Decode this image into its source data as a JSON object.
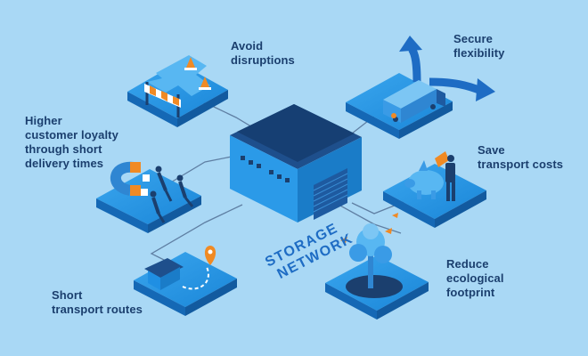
{
  "background_color": "#a9d8f5",
  "center": {
    "caption_line1": "STORAGE",
    "caption_line2": "NETWORK"
  },
  "benefits": [
    {
      "text": "Avoid\ndisruptions",
      "icon": "roadblock-icon"
    },
    {
      "text": "Secure\nflexibility",
      "icon": "truck-arrows-icon"
    },
    {
      "text": "Higher\ncustomer loyalty\nthrough short\ndelivery times",
      "icon": "magnet-customers-icon"
    },
    {
      "text": "Save\ntransport costs",
      "icon": "piggy-bank-icon"
    },
    {
      "text": "Reduce\necological\nfootprint",
      "icon": "tree-icon"
    },
    {
      "text": "Short\ntransport routes",
      "icon": "short-route-pin-icon"
    }
  ],
  "colors": {
    "label_text": "#1b3f6e",
    "tile_top": "#1e8ee0",
    "tile_side": "#1568b5",
    "warehouse_roof": "#1e4f8c",
    "warehouse_wall": "#1f8fe3",
    "accent_orange": "#f08a24",
    "connector_line": "#5f7fa3"
  }
}
